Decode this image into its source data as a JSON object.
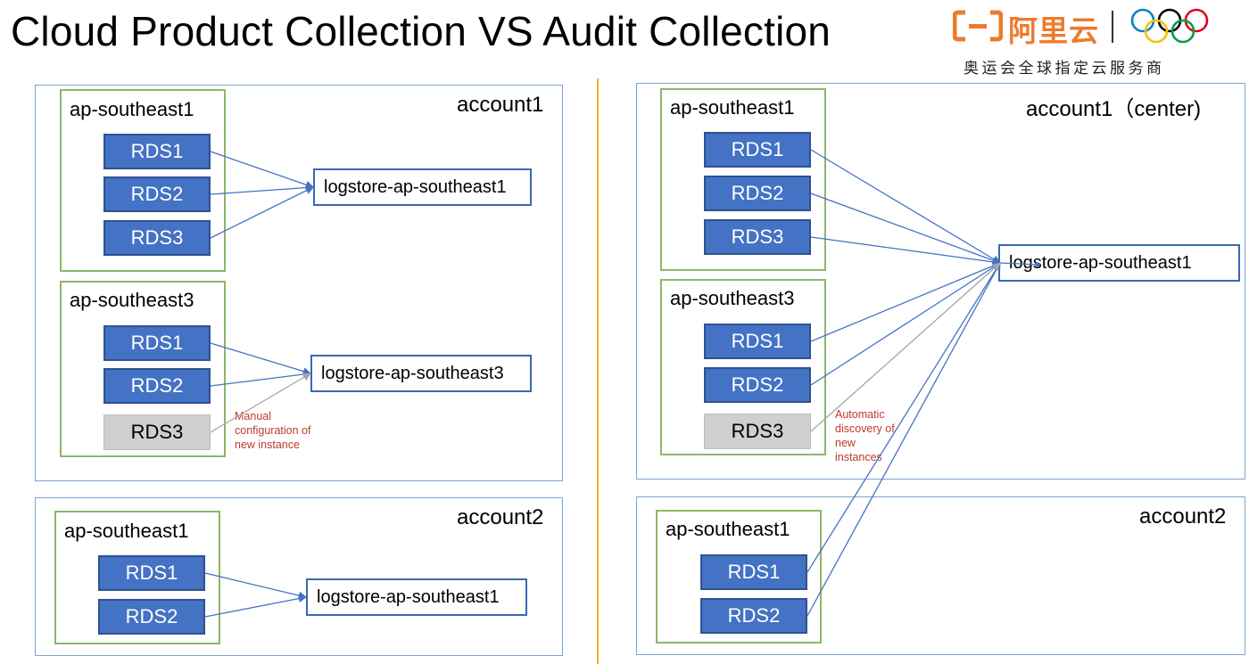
{
  "title": "Cloud Product Collection VS Audit Collection",
  "brand": {
    "name": "阿里云",
    "tagline": "奥运会全球指定云服务商",
    "accent": "#ee7a2c"
  },
  "colors": {
    "rds": "#4472c4",
    "rds_new": "#cfcfcf",
    "region_border": "#8fb56a",
    "account_border": "#7ea3cd",
    "arrow": "#4472c4",
    "arrow_new": "#a6a6a6",
    "note": "#c0392b",
    "divider": "#f0b429"
  },
  "left": {
    "account1": {
      "label": "account1",
      "region1": {
        "label": "ap-southeast1",
        "rds": [
          "RDS1",
          "RDS2",
          "RDS3"
        ],
        "logstore": "logstore-ap-southeast1"
      },
      "region2": {
        "label": "ap-southeast3",
        "rds": [
          "RDS1",
          "RDS2",
          "RDS3"
        ],
        "logstore": "logstore-ap-southeast3",
        "note": [
          "Manual",
          "configuration of",
          "new instance"
        ]
      }
    },
    "account2": {
      "label": "account2",
      "region1": {
        "label": "ap-southeast1",
        "rds": [
          "RDS1",
          "RDS2"
        ],
        "logstore": "logstore-ap-southeast1"
      }
    }
  },
  "right": {
    "account1": {
      "label": "account1（center)",
      "region1": {
        "label": "ap-southeast1",
        "rds": [
          "RDS1",
          "RDS2",
          "RDS3"
        ]
      },
      "region2": {
        "label": "ap-southeast3",
        "rds": [
          "RDS1",
          "RDS2",
          "RDS3"
        ],
        "note": [
          "Automatic",
          "discovery of",
          "new",
          "instances"
        ]
      },
      "logstore": "logstore-ap-southeast1"
    },
    "account2": {
      "label": "account2",
      "region1": {
        "label": "ap-southeast1",
        "rds": [
          "RDS1",
          "RDS2"
        ]
      }
    }
  }
}
